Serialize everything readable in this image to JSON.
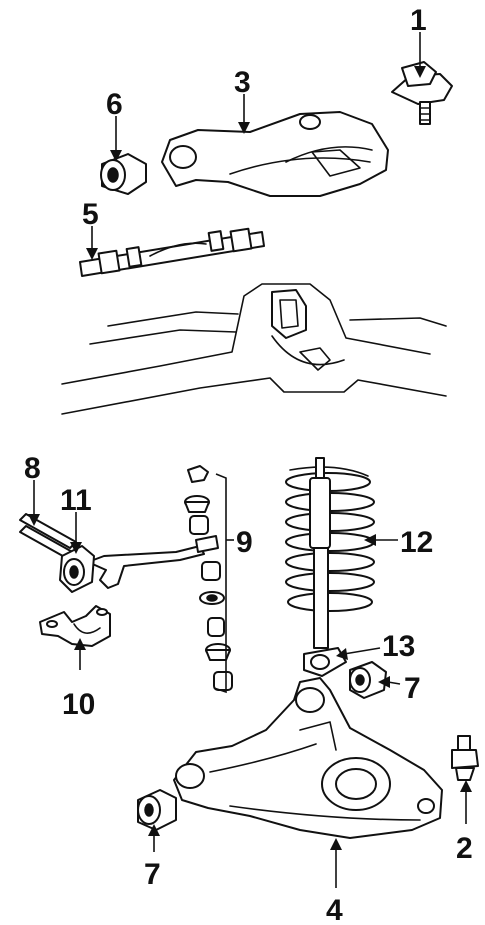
{
  "diagram": {
    "callouts": [
      {
        "id": "ball-joint-upper",
        "label": "1"
      },
      {
        "id": "ball-joint-lower",
        "label": "2"
      },
      {
        "id": "upper-control-arm",
        "label": "3"
      },
      {
        "id": "lower-control-arm",
        "label": "4"
      },
      {
        "id": "shaft-kit",
        "label": "5"
      },
      {
        "id": "bushing-upper",
        "label": "6"
      },
      {
        "id": "bushing-lower-left",
        "label": "7"
      },
      {
        "id": "bushing-lower-right",
        "label": "7"
      },
      {
        "id": "stabilizer-bar",
        "label": "8"
      },
      {
        "id": "link-kit",
        "label": "9"
      },
      {
        "id": "bracket",
        "label": "10"
      },
      {
        "id": "stabilizer-bushing",
        "label": "11"
      },
      {
        "id": "coil-spring",
        "label": "12"
      },
      {
        "id": "shock-absorber",
        "label": "13"
      }
    ]
  }
}
